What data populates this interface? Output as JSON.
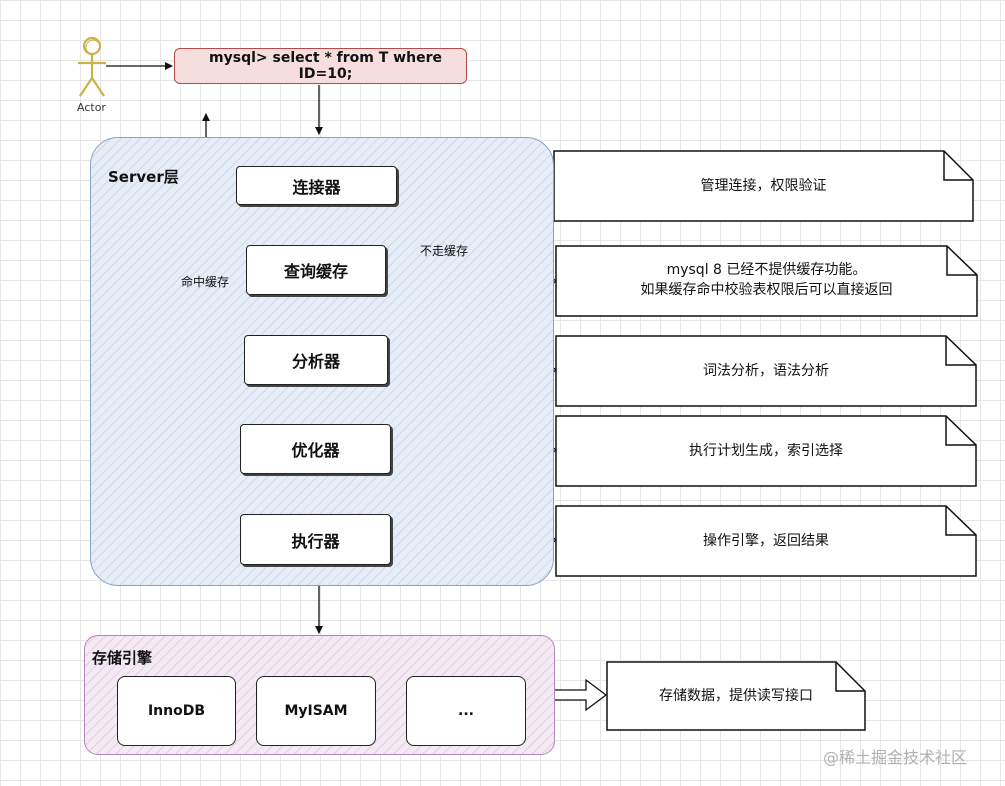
{
  "actor": {
    "label": "Actor"
  },
  "query": {
    "text": "mysql> select * from T where ID=10;"
  },
  "server": {
    "title": "Server层",
    "components": {
      "connector": "连接器",
      "query_cache": "查询缓存",
      "analyzer": "分析器",
      "optimizer": "优化器",
      "executor": "执行器"
    },
    "edge_labels": {
      "cache_hit": "命中缓存",
      "no_cache": "不走缓存"
    }
  },
  "notes": {
    "connector": "管理连接，权限验证",
    "query_cache_line1": "mysql 8 已经不提供缓存功能。",
    "query_cache_line2": "如果缓存命中校验表权限后可以直接返回",
    "analyzer": "词法分析，语法分析",
    "optimizer": "执行计划生成，索引选择",
    "executor": "操作引擎，返回结果",
    "storage": "存储数据，提供读写接口"
  },
  "storage": {
    "title": "存储引擎",
    "engines": {
      "innodb": "InnoDB",
      "myisam": "MyISAM",
      "more": "..."
    }
  },
  "watermark": "@稀土掘金技术社区",
  "colors": {
    "server_border": "#8aa2c4",
    "storage_border": "#b08ab5",
    "query_border": "#b54a4a",
    "actor_stroke": "#c9b24a"
  }
}
